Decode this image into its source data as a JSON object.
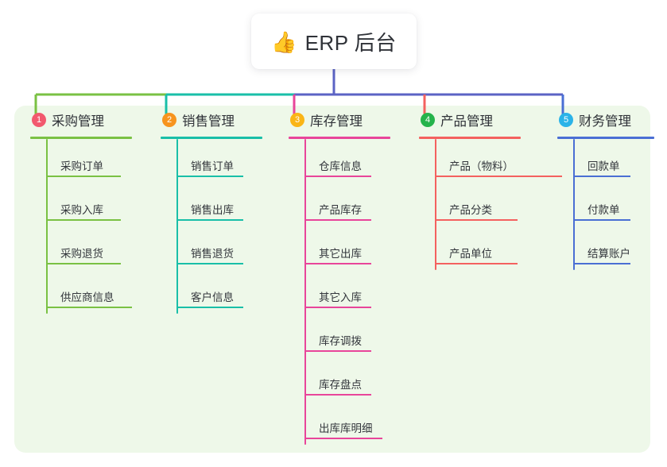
{
  "root": {
    "icon": "thumbs-up-emoji",
    "icon_glyph": "👍",
    "title": "ERP 后台"
  },
  "palette": {
    "panel_background": "#eef8e9",
    "page_background": "#ffffff",
    "title_text": "#2f3238",
    "item_text": "#33363c",
    "root_stem": "#5b63c4"
  },
  "branches": [
    {
      "number": "1",
      "title": "采购管理",
      "badge_color": "#f2596e",
      "line_color": "#7ac143",
      "bus_color": "#7ac143",
      "items": [
        {
          "label": "采购订单"
        },
        {
          "label": "采购入库"
        },
        {
          "label": "采购退货"
        },
        {
          "label": "供应商信息"
        }
      ]
    },
    {
      "number": "2",
      "title": "销售管理",
      "badge_color": "#f7941e",
      "line_color": "#19bfa8",
      "bus_color": "#19bfa8",
      "items": [
        {
          "label": "销售订单"
        },
        {
          "label": "销售出库"
        },
        {
          "label": "销售退货"
        },
        {
          "label": "客户信息"
        }
      ]
    },
    {
      "number": "3",
      "title": "库存管理",
      "badge_color": "#fab516",
      "line_color": "#e8459a",
      "bus_color": "#5b63c4",
      "items": [
        {
          "label": "仓库信息"
        },
        {
          "label": "产品库存"
        },
        {
          "label": "其它出库"
        },
        {
          "label": "其它入库"
        },
        {
          "label": "库存调拨"
        },
        {
          "label": "库存盘点"
        },
        {
          "label": "出库库明细"
        }
      ]
    },
    {
      "number": "4",
      "title": "产品管理",
      "badge_color": "#25b34b",
      "line_color": "#f4615f",
      "bus_color": "#5b63c4",
      "items": [
        {
          "label": "产品（物料）"
        },
        {
          "label": "产品分类"
        },
        {
          "label": "产品单位"
        }
      ]
    },
    {
      "number": "5",
      "title": "财务管理",
      "badge_color": "#2bb3e8",
      "line_color": "#4a6fd4",
      "bus_color": "#5b63c4",
      "items": [
        {
          "label": "回款单"
        },
        {
          "label": "付款单"
        },
        {
          "label": "结算账户"
        }
      ]
    }
  ]
}
